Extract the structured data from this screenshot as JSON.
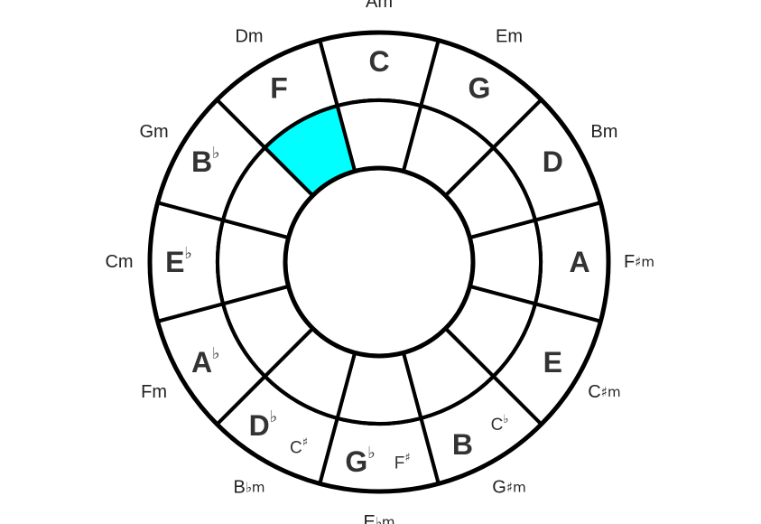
{
  "colors": {
    "outline": "#000000",
    "highlight": "#00ffff",
    "background": "#ffffff",
    "text": "#333333"
  },
  "highlighted_segment": 11,
  "segments": [
    {
      "major": "C",
      "major_sym": "",
      "enharmonic": "",
      "enharmonic_sym": "",
      "minor": "Am",
      "minor_sym": ""
    },
    {
      "major": "G",
      "major_sym": "",
      "enharmonic": "",
      "enharmonic_sym": "",
      "minor": "Em",
      "minor_sym": ""
    },
    {
      "major": "D",
      "major_sym": "",
      "enharmonic": "",
      "enharmonic_sym": "",
      "minor": "Bm",
      "minor_sym": ""
    },
    {
      "major": "A",
      "major_sym": "",
      "enharmonic": "",
      "enharmonic_sym": "",
      "minor": "F",
      "minor_sym": "♯m"
    },
    {
      "major": "E",
      "major_sym": "",
      "enharmonic": "",
      "enharmonic_sym": "",
      "minor": "C",
      "minor_sym": "♯m"
    },
    {
      "major": "B",
      "major_sym": "",
      "enharmonic": "C",
      "enharmonic_sym": "♭",
      "minor": "G",
      "minor_sym": "♯m"
    },
    {
      "major": "G",
      "major_sym": "♭",
      "enharmonic": "F",
      "enharmonic_sym": "♯",
      "minor": "E",
      "minor_sym": "♭m"
    },
    {
      "major": "D",
      "major_sym": "♭",
      "enharmonic": "C",
      "enharmonic_sym": "♯",
      "minor": "B",
      "minor_sym": "♭m"
    },
    {
      "major": "A",
      "major_sym": "♭",
      "enharmonic": "",
      "enharmonic_sym": "",
      "minor": "Fm",
      "minor_sym": ""
    },
    {
      "major": "E",
      "major_sym": "♭",
      "enharmonic": "",
      "enharmonic_sym": "",
      "minor": "Cm",
      "minor_sym": ""
    },
    {
      "major": "B",
      "major_sym": "♭",
      "enharmonic": "",
      "enharmonic_sym": "",
      "minor": "Gm",
      "minor_sym": ""
    },
    {
      "major": "F",
      "major_sym": "",
      "enharmonic": "",
      "enharmonic_sym": "",
      "minor": "Dm",
      "minor_sym": ""
    }
  ]
}
